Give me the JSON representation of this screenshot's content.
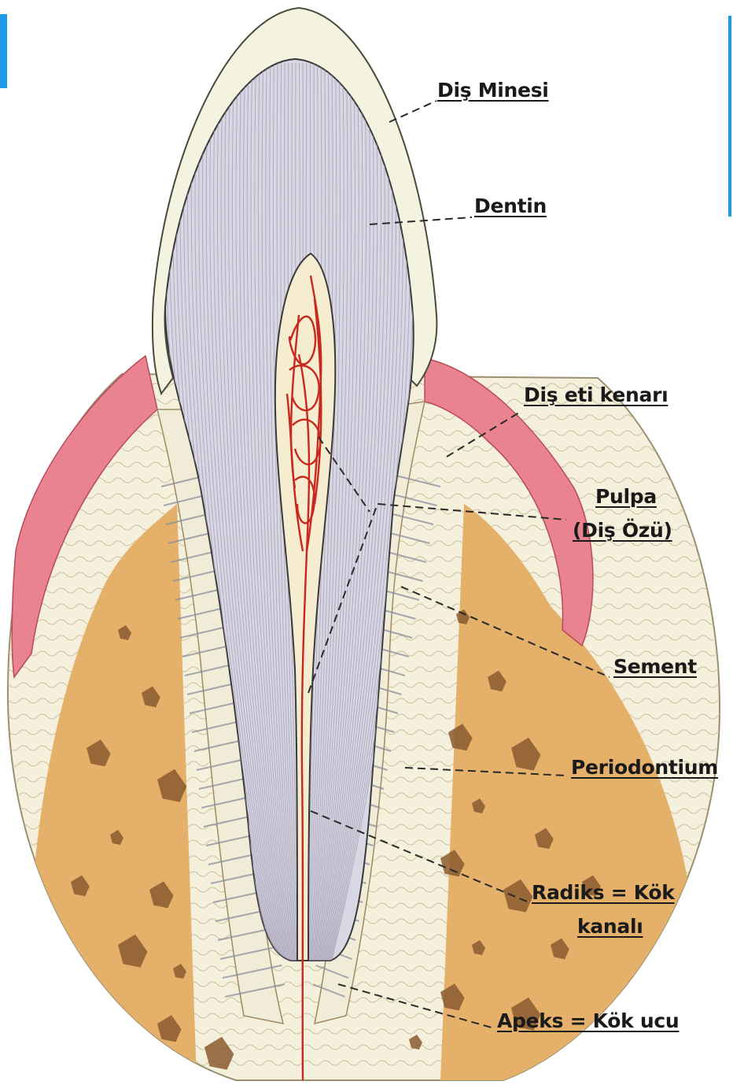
{
  "labels": {
    "enamel": "Diş Minesi",
    "dentin": "Dentin",
    "gingival_margin": "Diş eti kenarı",
    "pulp_line1": "Pulpa",
    "pulp_line2": "(Diş Özü)",
    "cementum": "Sement",
    "periodontium": "Periodontium",
    "root_canal_line1": "Radiks = Kök",
    "root_canal_line2": "kanalı",
    "apex": "Apeks = Kök ucu"
  },
  "colors": {
    "accent_bar": "#1e9be6",
    "enamel": "#f3f3df",
    "dentin": "#d9d7e4",
    "dentin_line": "#9e9ab0",
    "gum": "#e9838f",
    "soft_tissue": "#f4f0dc",
    "bone": "#e4b06a",
    "bone_dark": "#8a5a2e",
    "root_band": "#f1ecd8",
    "vessel": "#c8281e",
    "leader": "#2a2a2a"
  }
}
